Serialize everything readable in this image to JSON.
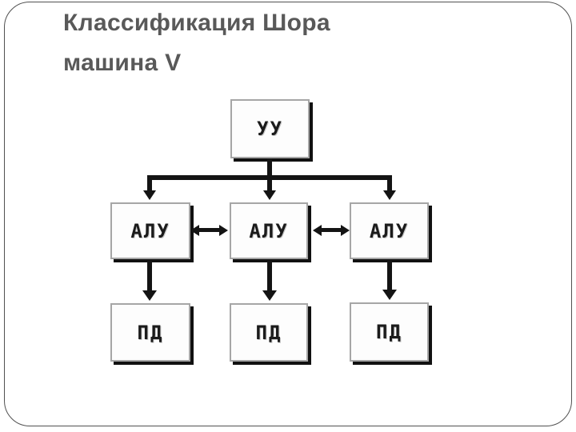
{
  "slide": {
    "title_line1": "Классификация Шора",
    "title_line2": "машина V"
  },
  "diagram": {
    "top_node": {
      "id": "uu",
      "label": "УУ"
    },
    "middle_nodes": [
      {
        "id": "alu-1",
        "label": "АЛУ"
      },
      {
        "id": "alu-2",
        "label": "АЛУ"
      },
      {
        "id": "alu-3",
        "label": "АЛУ"
      }
    ],
    "bottom_nodes": [
      {
        "id": "pd-1",
        "label": "ПД"
      },
      {
        "id": "pd-2",
        "label": "ПД"
      },
      {
        "id": "pd-3",
        "label": "ПД"
      }
    ],
    "edges": [
      {
        "from": "uu",
        "to": "alu-1",
        "type": "arrow"
      },
      {
        "from": "uu",
        "to": "alu-2",
        "type": "arrow"
      },
      {
        "from": "uu",
        "to": "alu-3",
        "type": "arrow"
      },
      {
        "from": "alu-1",
        "to": "alu-2",
        "type": "double-arrow"
      },
      {
        "from": "alu-2",
        "to": "alu-3",
        "type": "double-arrow"
      },
      {
        "from": "alu-1",
        "to": "pd-1",
        "type": "arrow"
      },
      {
        "from": "alu-2",
        "to": "pd-2",
        "type": "arrow"
      },
      {
        "from": "alu-3",
        "to": "pd-3",
        "type": "arrow"
      }
    ],
    "colors": {
      "title": "#595959",
      "line": "#141414",
      "box_fill": "#fdfdfd",
      "box_border": "#a6a6a6",
      "box_shadow": "#111111",
      "slide_border": "#515151"
    }
  }
}
